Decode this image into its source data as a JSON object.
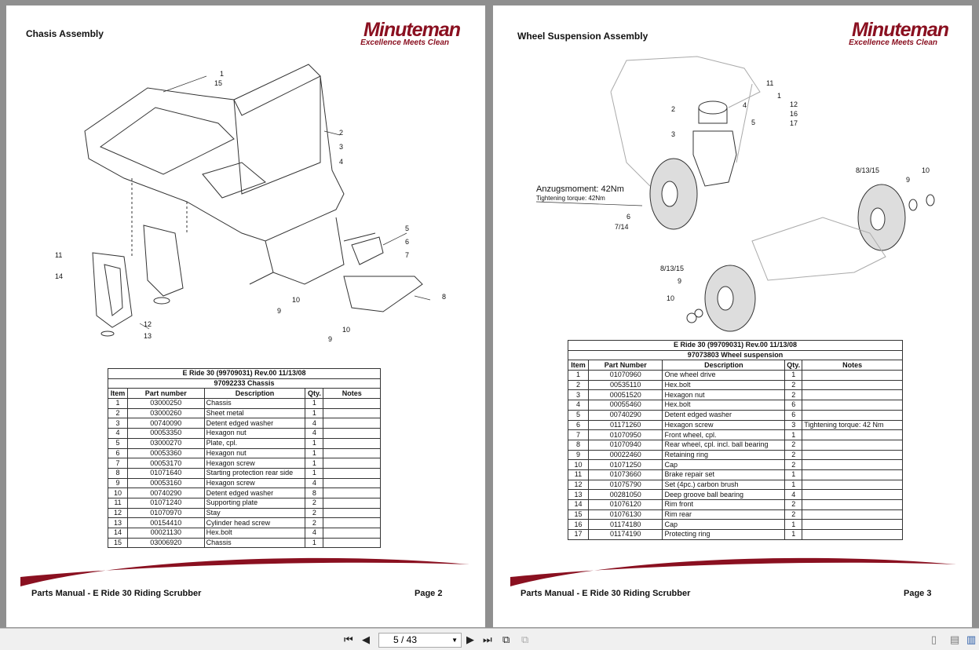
{
  "brand": {
    "name": "Minuteman",
    "tagline": "Excellence Meets Clean",
    "color": "#8a1020"
  },
  "pages": [
    {
      "title": "Chasis Assembly",
      "footer": "Parts Manual - E Ride 30 Riding Scrubber",
      "page_label": "Page 2",
      "callouts": [
        "1",
        "15",
        "2",
        "3",
        "4",
        "5",
        "6",
        "7",
        "8",
        "9",
        "10",
        "9",
        "10",
        "14",
        "11",
        "12",
        "13"
      ],
      "table": {
        "header": "E Ride 30 (99709031) Rev.00 11/13/08",
        "subheader": "97092233  Chassis",
        "columns": [
          "Item",
          "Part number",
          "Description",
          "Qty.",
          "Notes"
        ],
        "rows": [
          [
            "1",
            "03000250",
            "Chassis",
            "1",
            ""
          ],
          [
            "2",
            "03000260",
            "Sheet metal",
            "1",
            ""
          ],
          [
            "3",
            "00740090",
            "Detent edged washer",
            "4",
            ""
          ],
          [
            "4",
            "00053350",
            "Hexagon nut",
            "4",
            ""
          ],
          [
            "5",
            "03000270",
            "Plate, cpl.",
            "1",
            ""
          ],
          [
            "6",
            "00053360",
            "Hexagon nut",
            "1",
            ""
          ],
          [
            "7",
            "00053170",
            "Hexagon screw",
            "1",
            ""
          ],
          [
            "8",
            "01071640",
            "Starting protection rear side",
            "1",
            ""
          ],
          [
            "9",
            "00053160",
            "Hexagon screw",
            "4",
            ""
          ],
          [
            "10",
            "00740290",
            "Detent edged washer",
            "8",
            ""
          ],
          [
            "11",
            "01071240",
            "Supporting plate",
            "2",
            ""
          ],
          [
            "12",
            "01070970",
            "Stay",
            "2",
            ""
          ],
          [
            "13",
            "00154410",
            "Cylinder head screw",
            "2",
            ""
          ],
          [
            "14",
            "00021130",
            "Hex.bolt",
            "4",
            ""
          ],
          [
            "15",
            "03006920",
            "Chassis",
            "1",
            ""
          ]
        ]
      }
    },
    {
      "title": "Wheel Suspension Assembly",
      "footer": "Parts Manual - E Ride 30 Riding Scrubber",
      "page_label": "Page 3",
      "callouts": [
        "11",
        "1",
        "12",
        "16",
        "17",
        "2",
        "4",
        "5",
        "3",
        "8/13/15",
        "9",
        "10",
        "6",
        "7/14",
        "8/13/15",
        "9",
        "10"
      ],
      "torque_label": "Anzugsmoment: 42Nm",
      "torque_sub": "Tightening torque: 42Nm",
      "table": {
        "header": "E Ride 30 (99709031) Rev.00 11/13/08",
        "subheader": "97073803  Wheel suspension",
        "columns": [
          "Item",
          "Part Number",
          "Description",
          "Qty.",
          "Notes"
        ],
        "rows": [
          [
            "1",
            "01070960",
            "One wheel drive",
            "1",
            ""
          ],
          [
            "2",
            "00535110",
            "Hex.bolt",
            "2",
            ""
          ],
          [
            "3",
            "00051520",
            "Hexagon nut",
            "2",
            ""
          ],
          [
            "4",
            "00055460",
            "Hex.bolt",
            "6",
            ""
          ],
          [
            "5",
            "00740290",
            "Detent edged washer",
            "6",
            ""
          ],
          [
            "6",
            "01171260",
            "Hexagon screw",
            "3",
            "Tightening torque: 42 Nm"
          ],
          [
            "7",
            "01070950",
            "Front wheel, cpl.",
            "1",
            ""
          ],
          [
            "8",
            "01070940",
            "Rear wheel, cpl. incl. ball bearing",
            "2",
            ""
          ],
          [
            "9",
            "00022460",
            "Retaining ring",
            "2",
            ""
          ],
          [
            "10",
            "01071250",
            "Cap",
            "2",
            ""
          ],
          [
            "11",
            "01073660",
            "Brake repair set",
            "1",
            ""
          ],
          [
            "12",
            "01075790",
            "Set (4pc.) carbon brush",
            "1",
            ""
          ],
          [
            "13",
            "00281050",
            "Deep groove ball bearing",
            "4",
            ""
          ],
          [
            "14",
            "01076120",
            "Rim front",
            "2",
            ""
          ],
          [
            "15",
            "01076130",
            "Rim rear",
            "2",
            ""
          ],
          [
            "16",
            "01174180",
            "Cap",
            "1",
            ""
          ],
          [
            "17",
            "01174190",
            "Protecting ring",
            "1",
            ""
          ]
        ]
      }
    }
  ],
  "toolbar": {
    "page_input": "5 / 43",
    "icons": [
      "first-page-icon",
      "prev-page-icon",
      "next-page-icon",
      "last-page-icon",
      "rotate-icon",
      "copy-page-icon",
      "single-page-icon",
      "continuous-icon",
      "two-page-icon"
    ]
  }
}
